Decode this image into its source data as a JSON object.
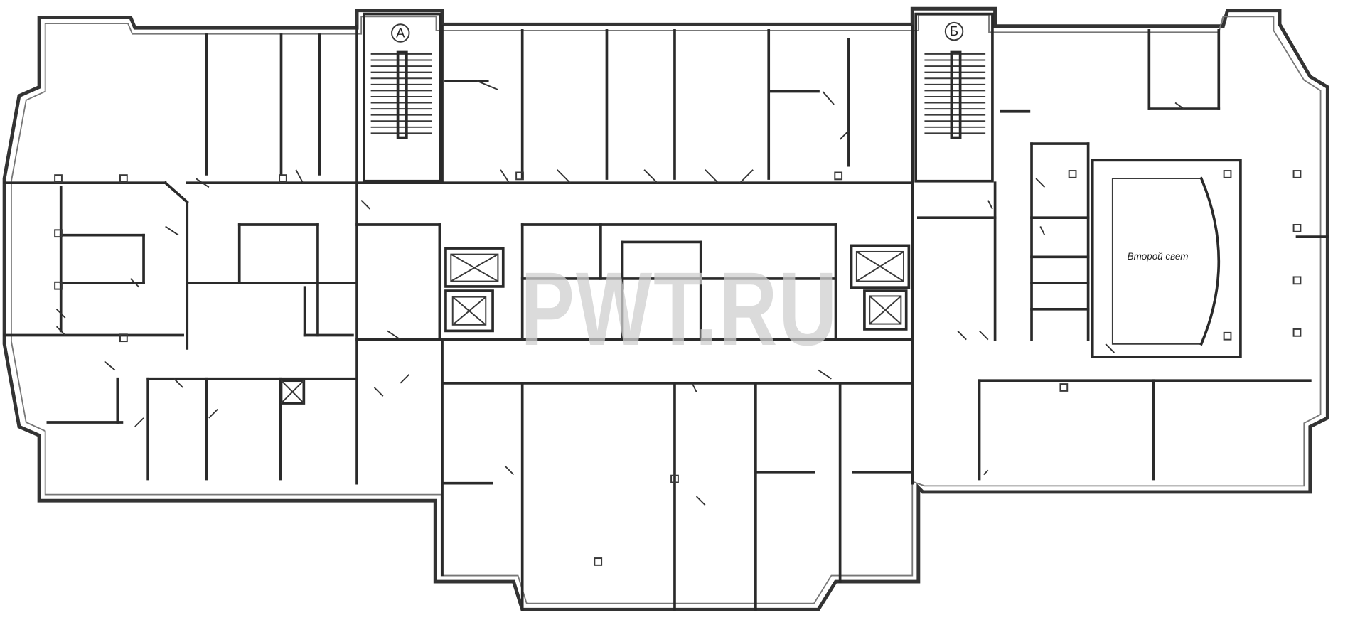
{
  "plan": {
    "stair_a_label": "А",
    "stair_b_label": "Б",
    "atrium_label": "Второй свет",
    "watermark": "PWT.RU"
  },
  "colors": {
    "wall": "#2a2a2a",
    "background": "#ffffff",
    "watermark": "#cfcfcf"
  }
}
